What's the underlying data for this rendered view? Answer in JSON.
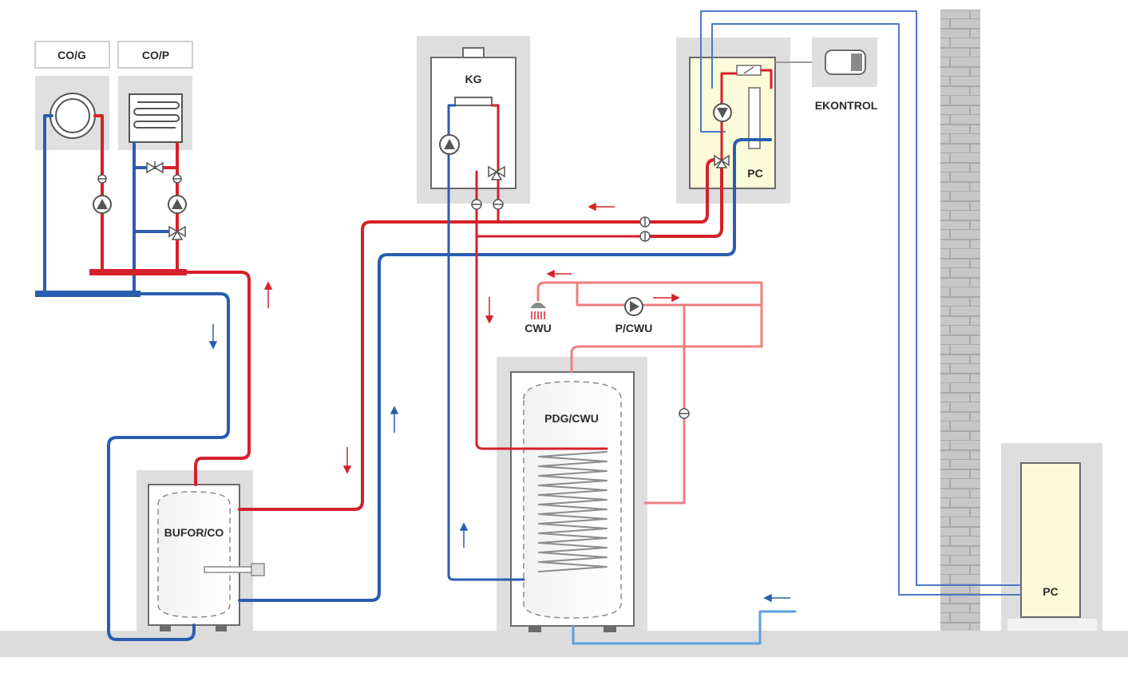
{
  "labels": {
    "co_g": "CO/G",
    "co_p": "CO/P",
    "kg": "KG",
    "pc_top": "PC",
    "ekontrol": "EKONTROL",
    "cwu": "CWU",
    "p_cwu": "P/CWU",
    "pdg_cwu": "PDG/CWU",
    "bufor_co": "BUFOR/CO",
    "pc_outdoor": "PC"
  },
  "colors": {
    "supply_red": "#d6202a",
    "return_blue": "#2a5db0",
    "dhw_pink": "#ef7f7f",
    "cold_water_blue": "#5aa0e0",
    "control_blue": "#4a78c8",
    "housing_gray": "#dedede",
    "unit_yellow": "#fcfbd9",
    "wall_gray": "#c4c4c4",
    "floor_gray": "#dcdcdc"
  },
  "icons": [
    "radiator-icon",
    "underfloor-heating-icon",
    "pump-icon",
    "three-way-valve-icon",
    "two-way-valve-icon",
    "sensor-icon",
    "shower-head-icon",
    "flow-arrow-icon",
    "controller-icon",
    "heat-exchanger-icon",
    "brick-chimney-icon"
  ]
}
